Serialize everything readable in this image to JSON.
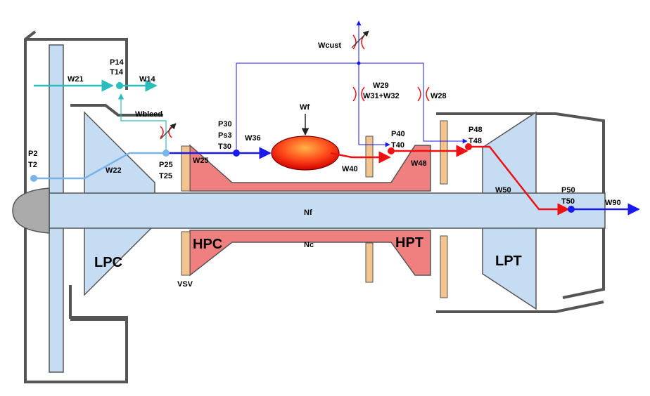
{
  "stations": {
    "p2": "P2",
    "t2": "T2",
    "p14": "P14",
    "t14": "T14",
    "p25": "P25",
    "t25": "T25",
    "p30": "P30",
    "ps3": "Ps3",
    "t30": "T30",
    "p40": "P40",
    "t40": "T40",
    "p48": "P48",
    "t48": "T48",
    "p50": "P50",
    "t50": "T50"
  },
  "flows": {
    "w21": "W21",
    "w14": "W14",
    "w22": "W22",
    "w25": "W25",
    "w36": "W36",
    "w40": "W40",
    "w48": "W48",
    "w50": "W50",
    "w90": "W90",
    "wbleed": "Wbleed",
    "wcust": "Wcust",
    "w29": "W29",
    "w31_w32": "W31+W32",
    "w28": "W28",
    "wf": "Wf"
  },
  "components": {
    "lpc": "LPC",
    "hpc": "HPC",
    "hpt": "HPT",
    "lpt": "LPT",
    "vsv": "VSV",
    "nf": "Nf",
    "nc": "Nc"
  },
  "colors": {
    "low_pressure_fill": "#c5dcf2",
    "high_pressure_fill": "#f08080",
    "stator_fill": "#f4c48e",
    "cold_flow": "#1a1aee",
    "hot_flow": "#ee1111",
    "bypass_flow": "#2bbcbc",
    "inlet_flow": "#7ab3ea",
    "casing": "#555555"
  }
}
